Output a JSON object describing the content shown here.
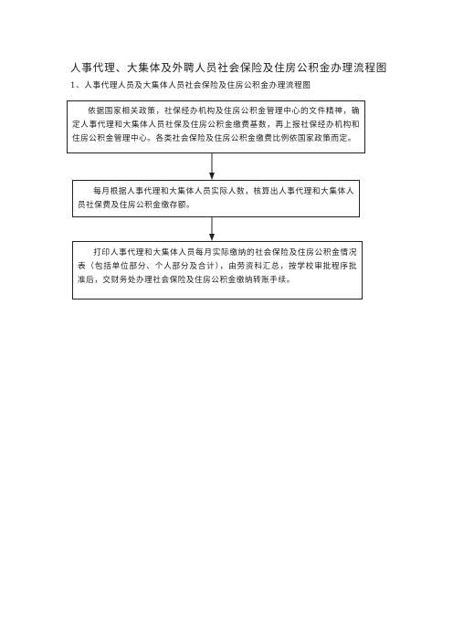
{
  "document": {
    "title": "人事代理、大集体及外聘人员社会保险及住房公积金办理流程图",
    "section_heading": "1、人事代理人员及大集体人员社会保险及住房公积金办理流程图"
  },
  "flowchart": {
    "steps": [
      {
        "text": "依据国家相关政策，社保经办机构及住房公积金管理中心的文件精神，确定人事代理和大集体人员社保及住房公积金缴费基数，再上报社保经办机构和住房公积金管理中心。各类社会保险及住房公积金缴费比例依国家政策而定。"
      },
      {
        "text": "每月根据人事代理和大集体人员实际人数，核算出人事代理和大集体人员社保费及住房公积金缴存额。"
      },
      {
        "text": "打印人事代理和大集体人员每月实际缴纳的社会保险及住房公积金情况表（包括单位部分、个人部分及合计），由劳资科汇总，按学校审批程序批准后，交财务处办理社会保险及住房公积金缴纳转账手续。"
      }
    ]
  }
}
